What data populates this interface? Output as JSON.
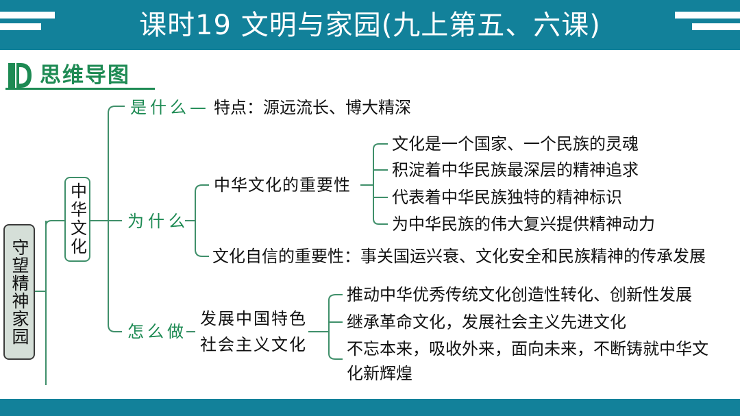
{
  "header": {
    "title": "课时19 文明与家园(九上第五、六课)"
  },
  "section": {
    "title": "思维导图"
  },
  "mindmap": {
    "root": "守望精神家园",
    "mid": "中华文化",
    "branches": {
      "what": {
        "label": "是什么—",
        "text": "特点：源远流长、博大精深"
      },
      "why": {
        "label": "为什么",
        "importance": "中华文化的重要性",
        "importance_items": [
          "文化是一个国家、一个民族的灵魂",
          "积淀着中华民族最深层的精神追求",
          "代表着中华民族独特的精神标识",
          "为中华民族的伟大复兴提供精神动力"
        ],
        "confidence": "文化自信的重要性：事关国运兴衰、文化安全和民族精神的传承发展"
      },
      "how": {
        "label": "怎么做",
        "goal_line1": "发展中国特色",
        "goal_line2": "社会主义文化",
        "items": [
          "推动中华优秀传统文化创造性转化、创新性发展",
          "继承革命文化，发展社会主义先进文化",
          "不忘本来，吸收外来，面向未来，不断铸就中华文",
          "化新辉煌"
        ]
      }
    }
  },
  "colors": {
    "header": "#12819a",
    "green": "#1d8a53",
    "line": "#3f8f6a"
  }
}
